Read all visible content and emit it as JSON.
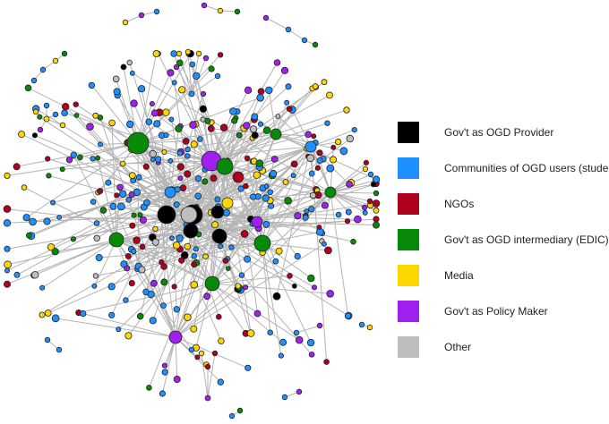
{
  "legend": {
    "items": [
      {
        "label": "Gov't as OGD Provider",
        "color": "#000000"
      },
      {
        "label": "Communities of OGD users (students)",
        "color": "#1e90ff"
      },
      {
        "label": "NGOs",
        "color": "#b00020"
      },
      {
        "label": "Gov't as OGD intermediary (EDIC)",
        "color": "#078a07"
      },
      {
        "label": "Media",
        "color": "#ffd700"
      },
      {
        "label": "Gov't as Policy Maker",
        "color": "#a020f0"
      },
      {
        "label": "Other",
        "color": "#bebebe"
      }
    ]
  },
  "network": {
    "edge_color": "#b4b4b4",
    "node_stroke": "#222222"
  }
}
